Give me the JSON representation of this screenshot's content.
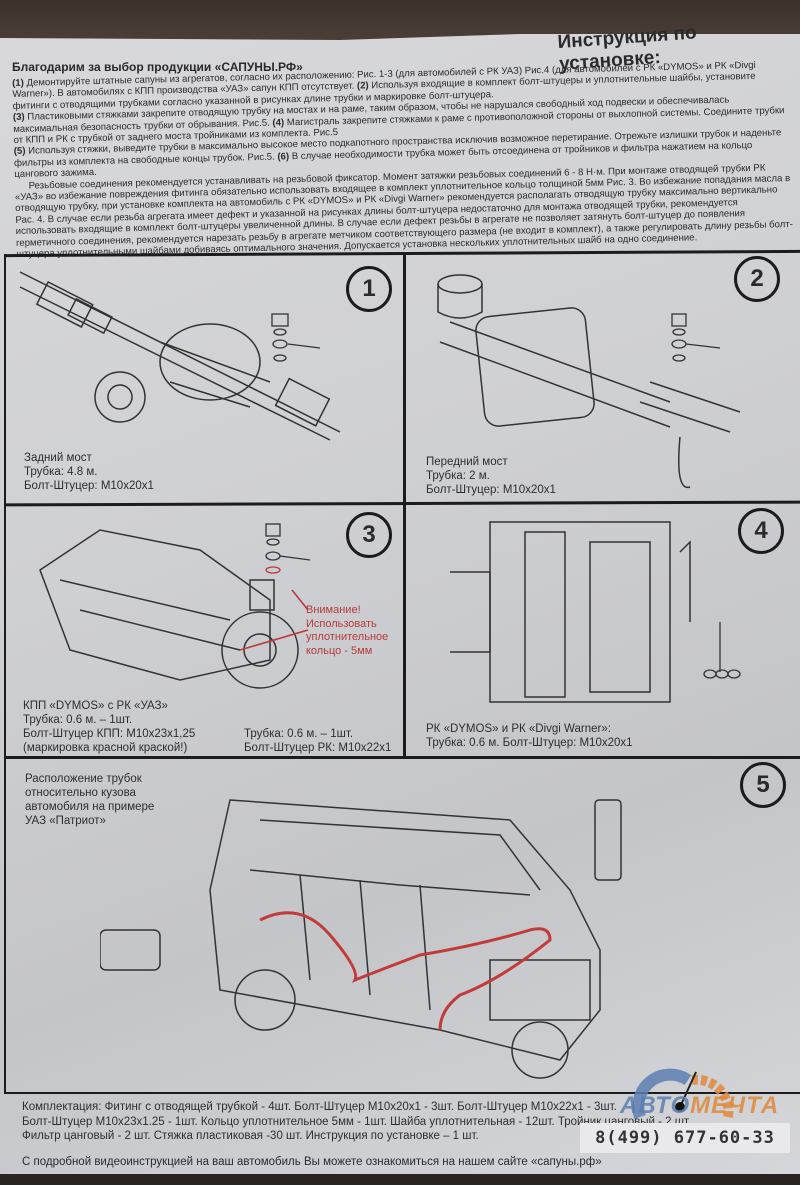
{
  "header": {
    "thanks": "Благодарим за выбор продукции «САПУНЫ.РФ»",
    "title": "Инструкция по установке:"
  },
  "intro": {
    "p1_num": "(1)",
    "p1": " Демонтируйте штатные сапуны из агрегатов, согласно их расположению: Рис. 1-3 (для автомобилей с РК УАЗ) Рис.4 (для автомобилей с РК «DYMOS» и РК «Divgi Warner»). В автомобилях с КПП производства «УАЗ» сапун КПП отсутствует. ",
    "p2_num": "(2)",
    "p2": " Используя входящие в комплект болт-штуцеры и уплотнительные шайбы, установите фитинги с отводящими трубками согласно указанной в рисунках длине трубки и маркировке болт-штуцера.",
    "p3_num": "(3)",
    "p3": " Пластиковыми стяжками закрепите отводящую трубку на мостах и на раме, таким образом, чтобы не нарушался свободный ход подвески и обеспечивалась максимальная безопасность трубки от обрывания. Рис.5. ",
    "p4_num": "(4)",
    "p4": " Магистраль закрепите стяжками к раме с противоположной стороны от выхлопной системы. Соедините трубки от КПП и РК с трубкой от заднего моста тройниками из комплекта. Рис.5",
    "p5_num": "(5)",
    "p5": " Используя стяжки, выведите трубки в максимально высокое место подкапотного пространства исключив возможное перетирание. Отрежьте излишки трубок и наденьте фильтры из комплекта на свободные концы трубок. Рис.5. ",
    "p6_num": "(6)",
    "p6": " В случае необходимости трубка может быть отсоединена от тройников и фильтра нажатием на кольцо цангового зажима.",
    "note": "Резьбовые соединения рекомендуется устанавливать на резьбовой фиксатор. Момент затяжки резьбовых соединений 6 - 8 Н·м. При монтаже отводящей трубки РК «УАЗ» во избежание повреждения фитинга обязательно использовать входящее в комплект уплотнительное кольцо толщиной 5мм Рис. 3. Во избежание попадания масла в отводящую трубку, при установке комплекта на автомобиль с РК «DYMOS» и РК «Divgi Warner» рекомендуется располагать отводящую трубку максимально вертикально Рас. 4. В случае если резьба агрегата имеет дефект и указанной на рисунках длины болт-штуцера недостаточно для монтажа отводящей трубки, рекомендуется использовать входящие в комплект болт-штуцеры увеличенной длины. В случае если дефект резьбы в агрегате не позволяет затянуть болт-штуцер до появления герметичного соединения, рекомендуется нарезать резьбу в агрегате метчиком соответствующего размера (не входит в комплект), а также регулировать длину резьбы болт-штуцера уплотнительными шайбами добиваясь оптимального значения. Допускается установка нескольких уплотнительных шайб на одно соединение."
  },
  "panels": [
    {
      "num": "1",
      "lines": [
        "Задний мост",
        "Трубка: 4.8 м.",
        "Болт-Штуцер: M10x20x1"
      ]
    },
    {
      "num": "2",
      "lines": [
        "Передний мост",
        "Трубка: 2 м.",
        "Болт-Штуцер: M10x20x1"
      ]
    },
    {
      "num": "3",
      "lines": [
        "КПП «DYMOS» с РК «УАЗ»",
        "Трубка: 0.6 м. – 1шт.",
        "Болт-Штуцер КПП: M10x23x1,25",
        "(маркировка красной краской!)"
      ],
      "lines_right": [
        "Трубка: 0.6 м. – 1шт.",
        "Болт-Штуцер РК: M10x22x1"
      ],
      "warning": [
        "Внимание!",
        "Использовать",
        "уплотнительное",
        "кольцо - 5мм"
      ]
    },
    {
      "num": "4",
      "lines": [
        "РК «DYMOS» и РК «Divgi Warner»:",
        "Трубка: 0.6 м. Болт-Штуцер: M10x20x1"
      ]
    },
    {
      "num": "5",
      "lines": [
        "Расположение трубок",
        "относительно кузова",
        "автомобиля на примере",
        "УАЗ «Патриот»"
      ]
    }
  ],
  "footer": {
    "kit": [
      "Комплектация: Фитинг с отводящей трубкой - 4шт. Болт-Штуцер M10x20x1 - 3шт. Болт-Штуцер M10x22x1 - 3шт.",
      "Болт-Штуцер M10x23x1.25 - 1шт. Кольцо уплотнительное 5мм - 1шт. Шайба уплотнительная - 12шт. Тройник цанговый - 2 шт.",
      "Фильтр цанговый - 2 шт. Стяжка пластиковая -30 шт. Инструкция  по установке – 1 шт."
    ],
    "video": "С подробной видеоинструкцией на ваш автомобиль Вы можете ознакомиться на нашем сайте «сапуны.рф»"
  },
  "watermark": {
    "brand_a": "АВТО",
    "brand_b": "МЕЧТА",
    "phone": "8(499) 677-60-33",
    "colors": {
      "blue": "#5c7fb0",
      "orange": "#e08a3c",
      "warning_red": "#b83a3a"
    }
  }
}
